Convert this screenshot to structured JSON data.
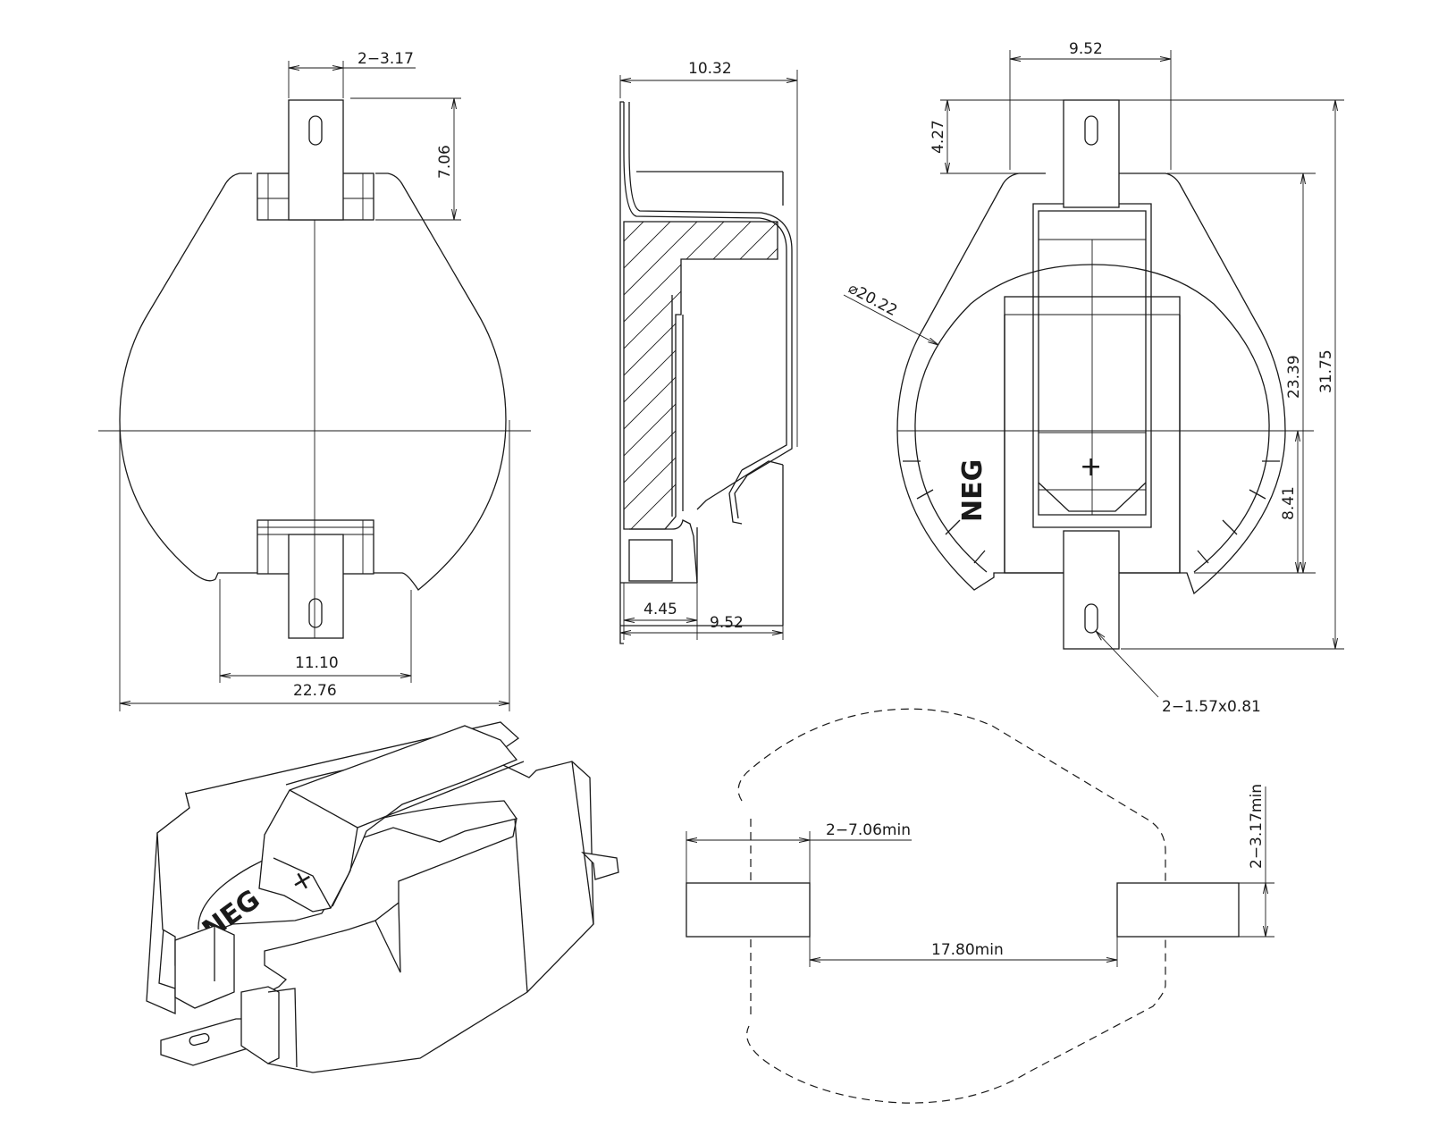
{
  "drawing": {
    "front_view": {
      "dim_pin_width": "2−3.17",
      "dim_pin_height": "7.06",
      "dim_base_width": "11.10",
      "dim_overall_width": "22.76"
    },
    "side_view": {
      "dim_depth": "10.32",
      "dim_offset": "4.45",
      "dim_offset2": "9.52"
    },
    "top_view": {
      "dim_pin_span": "9.52",
      "dim_tab_height": "4.27",
      "dim_diameter": "⌀20.22",
      "dim_height1": "23.39",
      "dim_height2": "31.75",
      "dim_height3": "8.41",
      "dim_hole": "2−1.57x0.81",
      "neg_label": "NEG"
    },
    "iso_view": {
      "neg_label": "NEG",
      "plus_symbol": "+"
    },
    "footprint": {
      "dim_pad_length": "2−7.06min",
      "dim_pad_width": "2−3.17min",
      "dim_pad_spacing": "17.80min"
    }
  }
}
